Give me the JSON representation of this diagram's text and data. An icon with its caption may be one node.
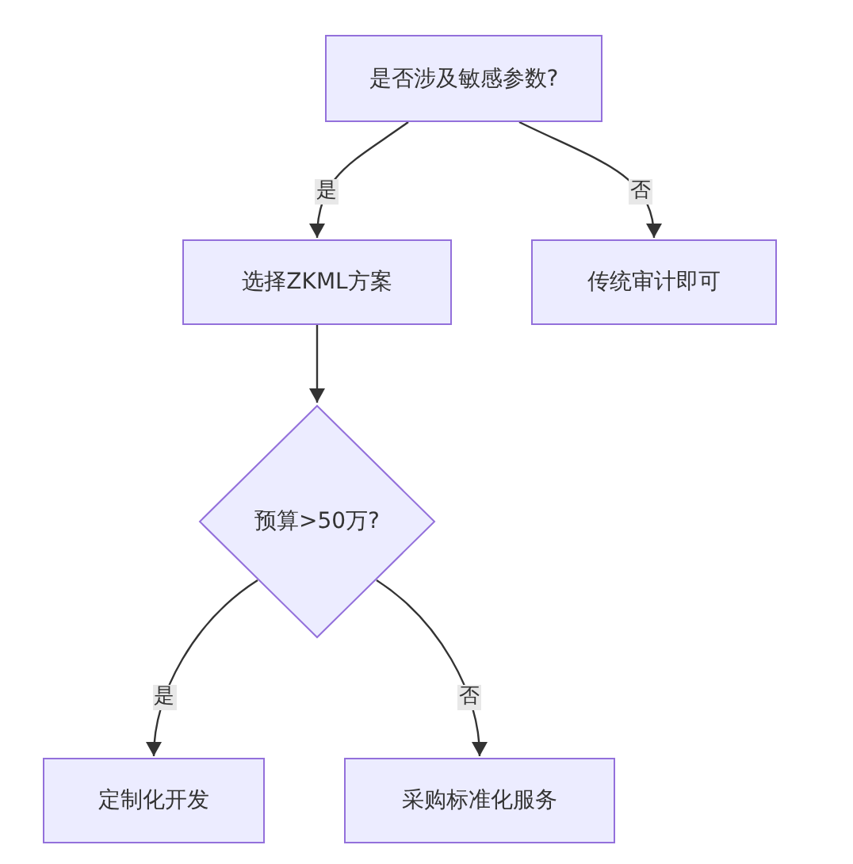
{
  "diagram": {
    "nodes": [
      {
        "text": [
          "是否涉及敏感参数?"
        ]
      },
      {
        "text": [
          "选择ZKML方案"
        ]
      },
      {
        "text": [
          "传统审计即可"
        ]
      },
      {
        "text": [
          "预算>50万?"
        ]
      },
      {
        "text": [
          "定制化开发"
        ]
      },
      {
        "text": [
          "采购标准化服务"
        ]
      }
    ],
    "edges": [
      {
        "from": 0,
        "to": 1,
        "arrow": "to",
        "label": "是"
      },
      {
        "from": 0,
        "to": 2,
        "arrow": "to",
        "label": "否"
      },
      {
        "from": 1,
        "to": 3,
        "arrow": "to"
      },
      {
        "from": 3,
        "to": 4,
        "arrow": "to",
        "label": "是"
      },
      {
        "from": 3,
        "to": 5,
        "arrow": "to",
        "label": "否"
      }
    ]
  }
}
